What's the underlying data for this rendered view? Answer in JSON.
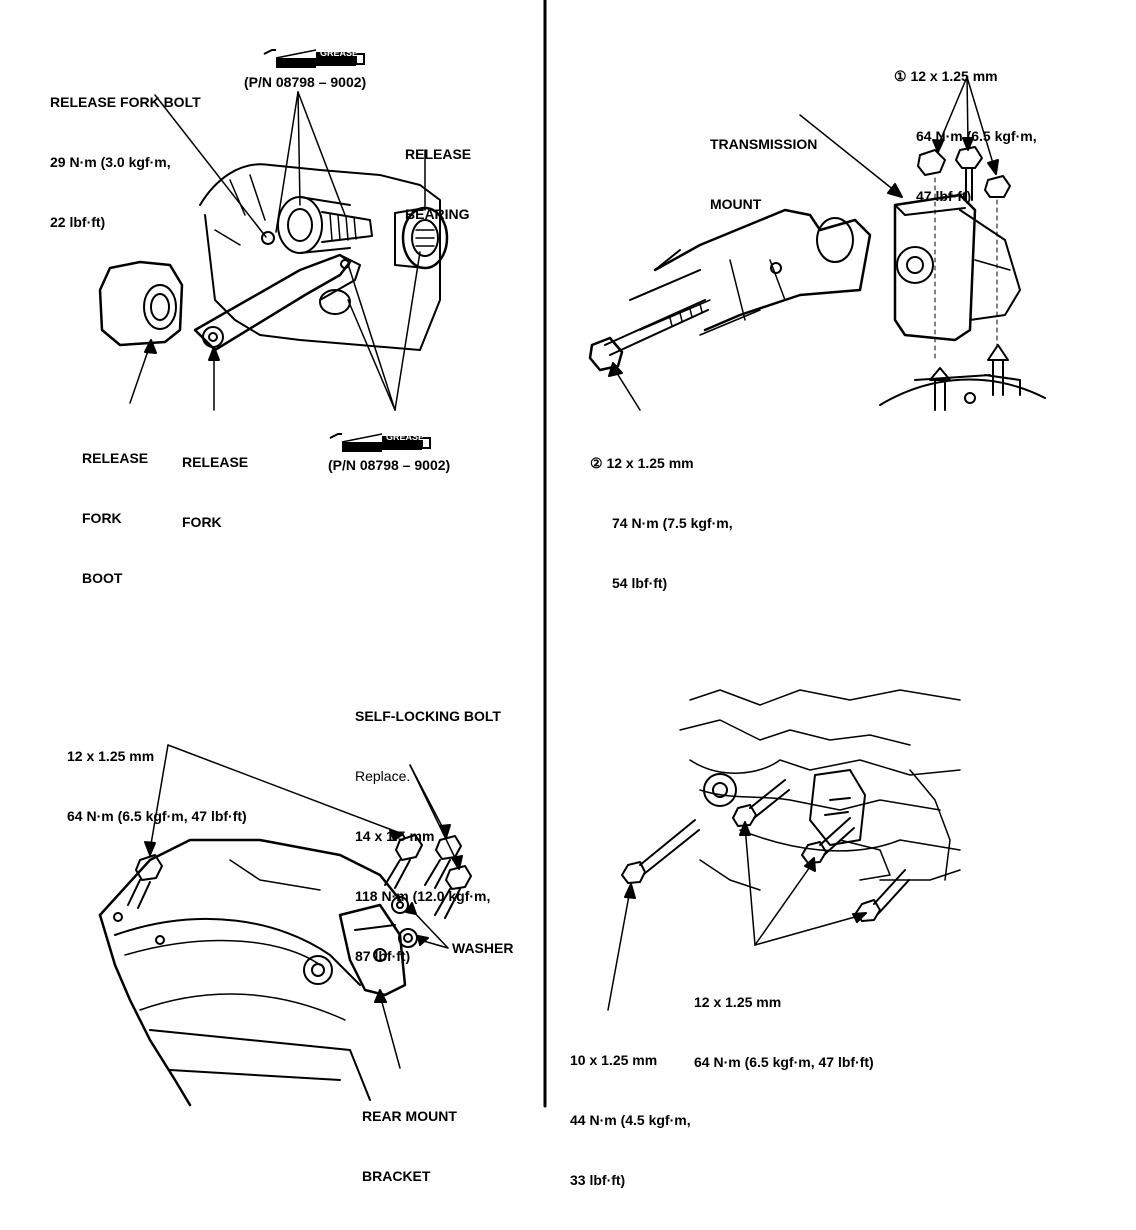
{
  "colors": {
    "ink": "#000000",
    "paper": "#ffffff"
  },
  "grease_icon_text": "GREASE",
  "panels": {
    "clutch": {
      "release_fork_bolt": [
        "RELEASE FORK BOLT",
        "29 N·m (3.0 kgf·m,",
        "22 lbf·ft)"
      ],
      "grease_pn_top": "(P/N 08798 – 9002)",
      "release_bearing": [
        "RELEASE",
        "BEARING"
      ],
      "release_fork_boot": [
        "RELEASE",
        "FORK",
        "BOOT"
      ],
      "release_fork": [
        "RELEASE",
        "FORK"
      ],
      "grease_pn_bottom": "(P/N 08798 – 9002)"
    },
    "trans_mount": {
      "spec_1": [
        "① 12 x 1.25 mm",
        "64 N·m (6.5 kgf·m,",
        "47 lbf·ft)"
      ],
      "transmission_mount": [
        "TRANSMISSION",
        "MOUNT"
      ],
      "spec_2": [
        "② 12 x 1.25 mm",
        "74 N·m (7.5 kgf·m,",
        "54 lbf·ft)"
      ]
    },
    "rear_mount": {
      "bolt_spec": [
        "12 x 1.25 mm",
        "64 N·m (6.5 kgf·m, 47 lbf·ft)"
      ],
      "self_locking_bolt": [
        "SELF-LOCKING BOLT",
        "Replace.",
        "14 x 1.5 mm",
        "118 N·m (12.0 kgf·m,",
        "87 lbf·ft)"
      ],
      "washer": "WASHER",
      "rear_mount_bracket": [
        "REAR MOUNT",
        "BRACKET"
      ]
    },
    "front_mount": {
      "bolt_spec_12": [
        "12 x 1.25 mm",
        "64 N·m (6.5 kgf·m, 47 lbf·ft)"
      ],
      "bolt_spec_10": [
        "10 x 1.25 mm",
        "44 N·m (4.5 kgf·m,",
        "33 lbf·ft)"
      ]
    }
  }
}
